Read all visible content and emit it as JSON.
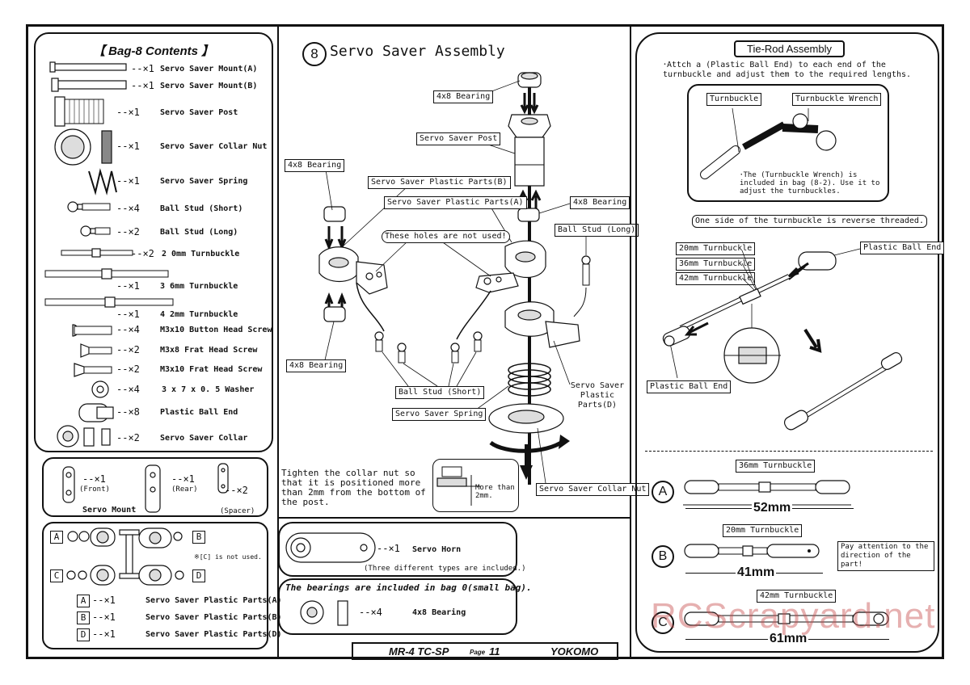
{
  "bag": {
    "title": "【 Bag-8 Contents 】",
    "items": [
      {
        "qty": "--×1",
        "name": "Servo Saver Mount(A)"
      },
      {
        "qty": "--×1",
        "name": "Servo Saver Mount(B)"
      },
      {
        "qty": "--×1",
        "name": "Servo Saver Post"
      },
      {
        "qty": "--×1",
        "name": "Servo Saver Collar Nut"
      },
      {
        "qty": "--×1",
        "name": "Servo Saver Spring"
      },
      {
        "qty": "--×4",
        "name": "Ball Stud (Short)"
      },
      {
        "qty": "--×2",
        "name": "Ball Stud (Long)"
      },
      {
        "qty": "--×2",
        "name": "2 0mm Turnbuckle"
      },
      {
        "qty": "--×1",
        "name": "3 6mm Turnbuckle"
      },
      {
        "qty": "--×1",
        "name": "4 2mm Turnbuckle"
      },
      {
        "qty": "--×4",
        "name": "M3x10 Button Head Screw"
      },
      {
        "qty": "--×2",
        "name": "M3x8 Frat Head Screw"
      },
      {
        "qty": "--×2",
        "name": "M3x10 Frat Head Screw"
      },
      {
        "qty": "--×4",
        "name": "3 x 7 x 0. 5 Washer"
      },
      {
        "qty": "--×8",
        "name": "Plastic Ball End"
      },
      {
        "qty": "--×2",
        "name": "Servo Saver Collar"
      }
    ],
    "servo_mount": {
      "front_qty": "--×1",
      "front": "(Front)",
      "rear_qty": "--×1",
      "rear": "(Rear)",
      "spacer_qty": "--×2",
      "spacer": "(Spacer)",
      "name": "Servo Mount"
    },
    "plastic_parts": {
      "note": "※[C] is not used.",
      "letters": [
        "A",
        "B",
        "C",
        "D"
      ],
      "rows": [
        {
          "letter": "A",
          "qty": "--×1",
          "name": "Servo Saver Plastic Parts(A)"
        },
        {
          "letter": "B",
          "qty": "--×1",
          "name": "Servo Saver Plastic Parts(B)"
        },
        {
          "letter": "D",
          "qty": "--×1",
          "name": "Servo Saver Plastic Parts(D)"
        }
      ]
    }
  },
  "assembly": {
    "step": "8",
    "title": "Servo Saver Assembly",
    "labels": {
      "bearing_top": "4x8 Bearing",
      "post": "Servo Saver Post",
      "bearing_left": "4x8 Bearing",
      "plastic_b": "Servo Saver Plastic Parts(B)",
      "plastic_a": "Servo Saver Plastic Parts(A)",
      "bearing_right": "4x8 Bearing",
      "holes": "These holes are not used!",
      "ball_long": "Ball Stud (Long)",
      "bearing_bottom": "4x8 Bearing",
      "ball_short": "Ball Stud (Short)",
      "plastic_d": "Servo Saver Plastic Parts(D)",
      "spring": "Servo Saver Spring",
      "collar_nut": "Servo Saver Collar Nut"
    },
    "tighten_note": "Tighten the collar nut so that it is positioned more than 2mm from the bottom of the post.",
    "more_than": "More than 2mm."
  },
  "servo_horn": {
    "qty": "--×1",
    "name": "Servo Horn",
    "note": "(Three different types are included.)"
  },
  "bearings": {
    "title": "The bearings are included in bag 0(small bag).",
    "qty": "--×4",
    "name": "4x8 Bearing"
  },
  "tierod": {
    "title": "Tie-Rod Assembly",
    "instruction": "･Attch a (Plastic Ball End) to each end of the turnbuckle and adjust them to the required lengths.",
    "turnbuckle": "Turnbuckle",
    "wrench": "Turnbuckle Wrench",
    "wrench_note": "･The (Turnbuckle Wrench) is included in bag (8-2). Use it to adjust the turnbuckles.",
    "reverse_note": "One side of the turnbuckle is reverse threaded.",
    "tb20": "20mm Turnbuckle",
    "tb36": "36mm Turnbuckle",
    "tb42": "42mm Turnbuckle",
    "ball_end_r": "Plastic Ball End",
    "ball_end_l": "Plastic Ball End"
  },
  "lengths": [
    {
      "letter": "A",
      "turnbuckle": "36mm Turnbuckle",
      "length": "52mm"
    },
    {
      "letter": "B",
      "turnbuckle": "20mm Turnbuckle",
      "length": "41mm",
      "note": "Pay attention to the direction of the part!"
    },
    {
      "letter": "C",
      "turnbuckle": "42mm Turnbuckle",
      "length": "61mm"
    }
  ],
  "footer": {
    "model": "MR-4 TC-SP",
    "page_label": "Page",
    "page": "11",
    "brand": "YOKOMO"
  },
  "watermark": "RCScrapyard.net"
}
